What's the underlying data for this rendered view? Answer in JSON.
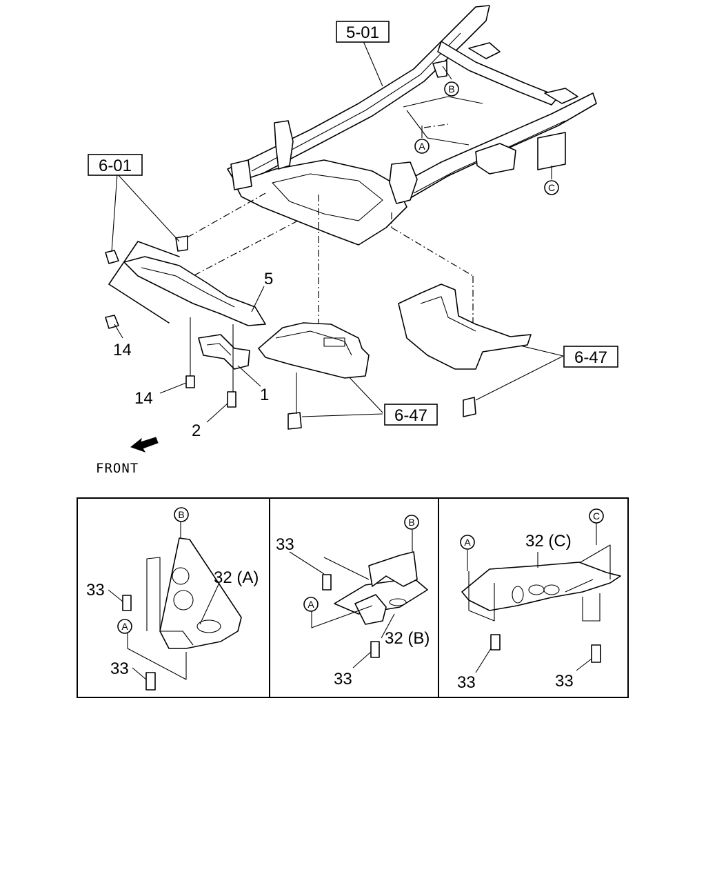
{
  "refs": {
    "frame": "5-01",
    "engine": "6-01",
    "skid_front": "6-47",
    "skid_rear": "6-47"
  },
  "callouts": {
    "part1": "1",
    "part2": "2",
    "part5": "5",
    "part14_upper": "14",
    "part14_lower": "14"
  },
  "markers": {
    "a": "A",
    "b": "B",
    "c": "C"
  },
  "front_label": "FRONT",
  "details": [
    {
      "part": "32 (A)",
      "bolt_upper": "33",
      "bolt_lower": "33",
      "marker_top": "B",
      "marker_side": "A"
    },
    {
      "part": "32 (B)",
      "bolt_upper": "33",
      "bolt_lower": "33",
      "marker_top": "B",
      "marker_side": "A"
    },
    {
      "part": "32 (C)",
      "bolt_left": "33",
      "bolt_right": "33",
      "marker_top": "C",
      "marker_side": "A"
    }
  ]
}
